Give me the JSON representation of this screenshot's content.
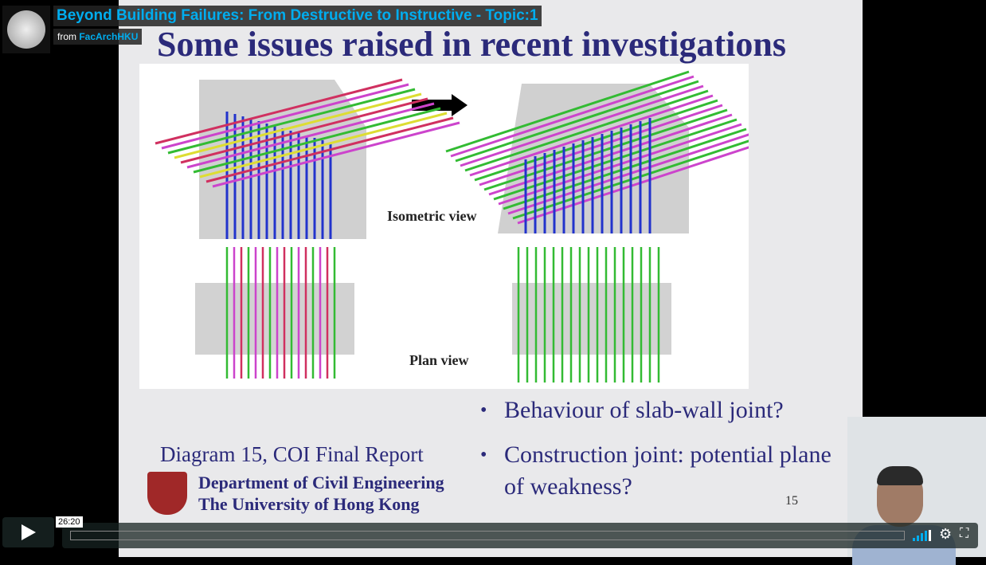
{
  "player": {
    "title": "Beyond Building Failures: From Destructive to Instructive - Topic:1",
    "byline_prefix": "from",
    "channel": "FacArchHKU",
    "current_time": "26:20",
    "accent_color": "#00adef",
    "icons": [
      "play-icon",
      "volume-icon",
      "gear-icon",
      "fullscreen-icon"
    ]
  },
  "slide": {
    "title": "Some issues raised in recent investigations",
    "isometric_label": "Isometric view",
    "plan_label": "Plan view",
    "bullets": [
      "Behaviour of slab-wall joint?",
      "Construction joint: potential plane of weakness?"
    ],
    "caption": "Diagram 15, COI Final Report",
    "dept_line1": "Department of Civil Engineering",
    "dept_line2": "The University of Hong Kong",
    "page_number": "15"
  }
}
